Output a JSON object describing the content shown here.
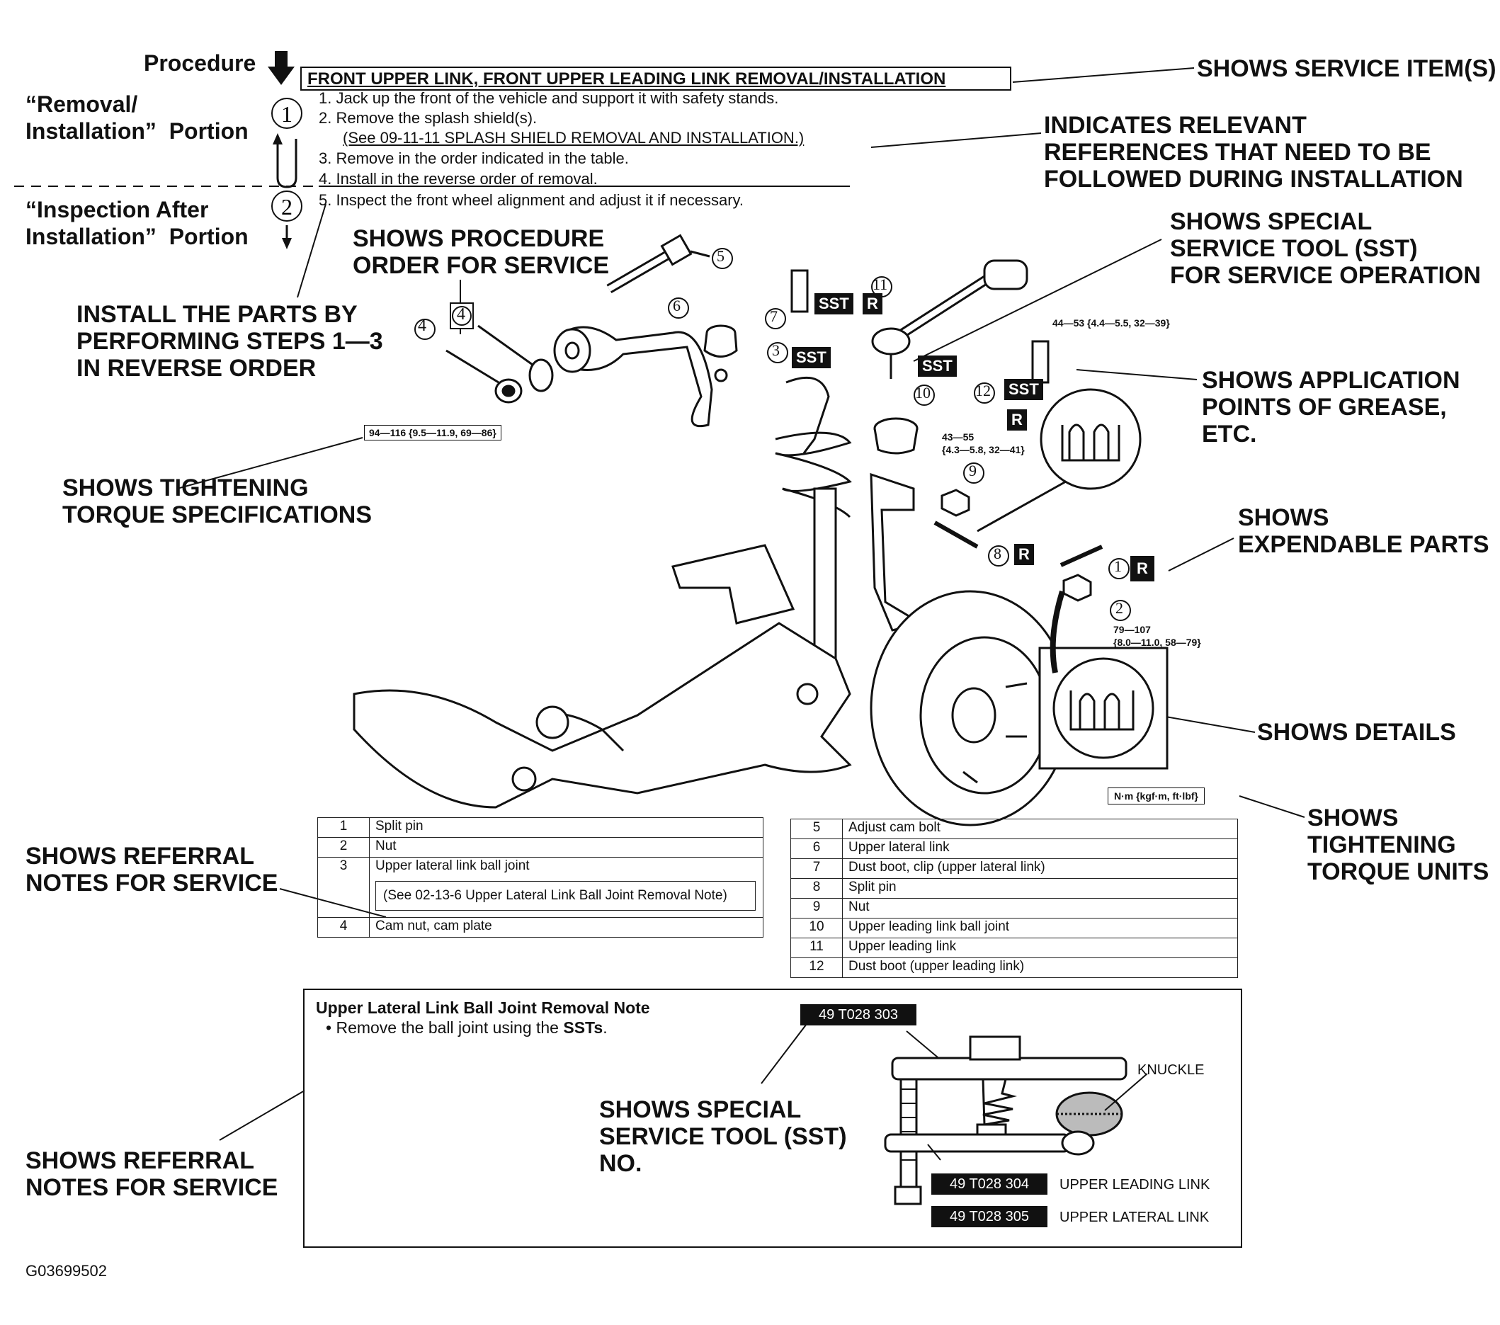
{
  "header": {
    "procedure_label": "Procedure",
    "removal_label": "“Removal/\nInstallation”  Portion",
    "inspection_label": "“Inspection After\nInstallation”  Portion",
    "service_item": "FRONT UPPER LINK, FRONT UPPER LEADING LINK REMOVAL/INSTALLATION",
    "marker_1": "1",
    "marker_2": "2"
  },
  "steps": [
    "1. Jack up the front of the vehicle and support it with safety stands.",
    "2. Remove the splash shield(s).",
    "(See 09-11-11 SPLASH SHIELD REMOVAL AND INSTALLATION.)",
    "3. Remove in the order indicated in the table.",
    "4. Install in the reverse order of removal.",
    "5. Inspect the front wheel alignment and adjust it if necessary."
  ],
  "callouts": {
    "service_items": "SHOWS SERVICE ITEM(S)",
    "references": "INDICATES RELEVANT\nREFERENCES THAT NEED TO BE\nFOLLOWED DURING INSTALLATION",
    "sst": "SHOWS SPECIAL\nSERVICE TOOL (SST)\nFOR SERVICE OPERATION",
    "procedure_order": "SHOWS PROCEDURE\nORDER FOR SERVICE",
    "install_reverse": "INSTALL THE PARTS BY\nPERFORMING STEPS 1—3\nIN REVERSE ORDER",
    "grease": "SHOWS APPLICATION\nPOINTS OF GREASE,\nETC.",
    "torque_specs": "SHOWS TIGHTENING\nTORQUE SPECIFICATIONS",
    "expendable": "SHOWS\nEXPENDABLE PARTS",
    "details": "SHOWS DETAILS",
    "torque_units": "SHOWS\nTIGHTENING\nTORQUE UNITS",
    "referral_1": "SHOWS REFERRAL\nNOTES FOR SERVICE",
    "referral_2": "SHOWS REFERRAL\nNOTES FOR SERVICE",
    "sst_no": "SHOWS SPECIAL\nSERVICE TOOL (SST)\nNO."
  },
  "diagram": {
    "torque_1": "94—116 {9.5—11.9, 69—86}",
    "torque_2": "44—53 {4.4—5.5, 32—39}",
    "torque_3": "43—55\n{4.3—5.8, 32—41}",
    "torque_4": "79—107\n{8.0—11.0, 58—79}",
    "torque_units": "N·m {kgf·m, ft·lbf}",
    "sst_badge": "SST",
    "r_badge": "R",
    "part_numbers": [
      "1",
      "2",
      "3",
      "4",
      "4",
      "5",
      "6",
      "7",
      "8",
      "9",
      "10",
      "11",
      "12"
    ]
  },
  "table_left": [
    {
      "num": "1",
      "name": "Split pin"
    },
    {
      "num": "2",
      "name": "Nut"
    },
    {
      "num": "3",
      "name": "Upper lateral link ball joint",
      "note": "(See 02-13-6 Upper Lateral Link Ball Joint Removal Note)"
    },
    {
      "num": "4",
      "name": "Cam nut, cam plate"
    }
  ],
  "table_right": [
    {
      "num": "5",
      "name": "Adjust cam bolt"
    },
    {
      "num": "6",
      "name": "Upper lateral link"
    },
    {
      "num": "7",
      "name": "Dust boot, clip (upper lateral link)"
    },
    {
      "num": "8",
      "name": "Split pin"
    },
    {
      "num": "9",
      "name": "Nut"
    },
    {
      "num": "10",
      "name": "Upper leading link ball joint"
    },
    {
      "num": "11",
      "name": "Upper leading link"
    },
    {
      "num": "12",
      "name": "Dust boot (upper leading link)"
    }
  ],
  "note_box": {
    "title": "Upper Lateral Link Ball Joint Removal Note",
    "bullet_pre": "Remove the ball joint using the ",
    "bullet_bold": "SSTs",
    "bullet_post": ".",
    "sst_top": "49 T028 303",
    "sst_mid": "49 T028 304",
    "sst_mid_desc": "UPPER LEADING LINK",
    "sst_bot": "49 T028 305",
    "sst_bot_desc": "UPPER LATERAL LINK",
    "knuckle": "KNUCKLE"
  },
  "figure_id": "G03699502"
}
